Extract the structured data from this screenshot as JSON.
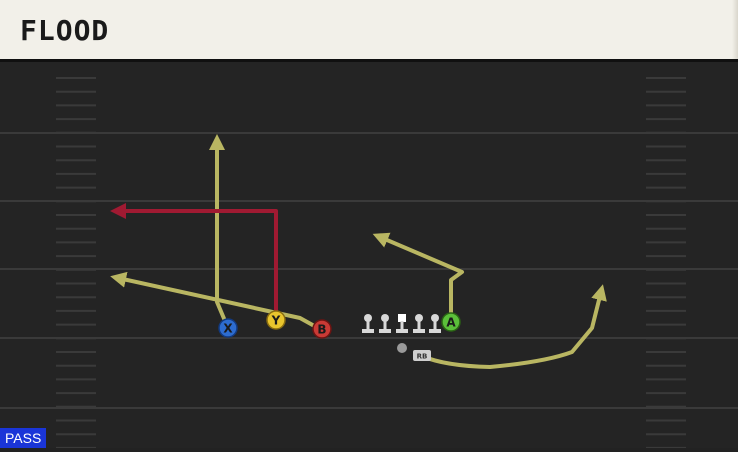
{
  "play": {
    "name": "FLOOD",
    "type_badge": "PASS"
  },
  "players": {
    "x": "X",
    "y": "Y",
    "b": "B",
    "a": "A",
    "rb": "RB"
  },
  "colors": {
    "route_default": "#b9b662",
    "route_highlight": "#a01a32",
    "button_x": "#2d6ccf",
    "button_y": "#e9c52d",
    "button_b": "#c93a35",
    "button_a": "#5bbf3a",
    "badge": "#1a35d8"
  }
}
